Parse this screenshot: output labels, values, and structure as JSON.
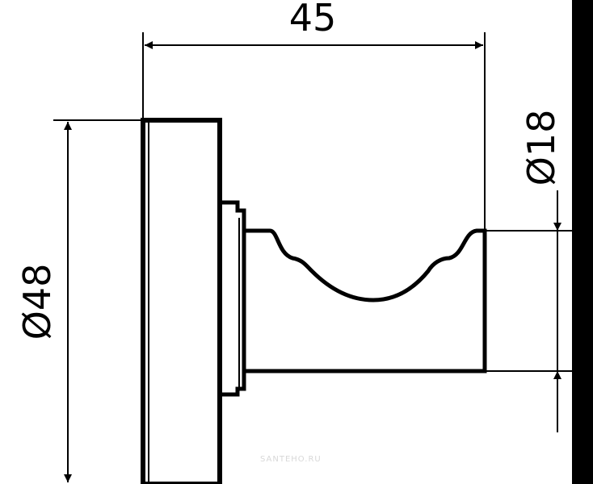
{
  "drawing": {
    "dimensions": {
      "width_label": "45",
      "body_diameter_label": "Ø48",
      "hook_diameter_label": "Ø18"
    },
    "watermark": "SANTEHO.RU",
    "colors": {
      "stroke": "#000000",
      "background": "#ffffff",
      "watermark": "#d8d8d8"
    }
  }
}
